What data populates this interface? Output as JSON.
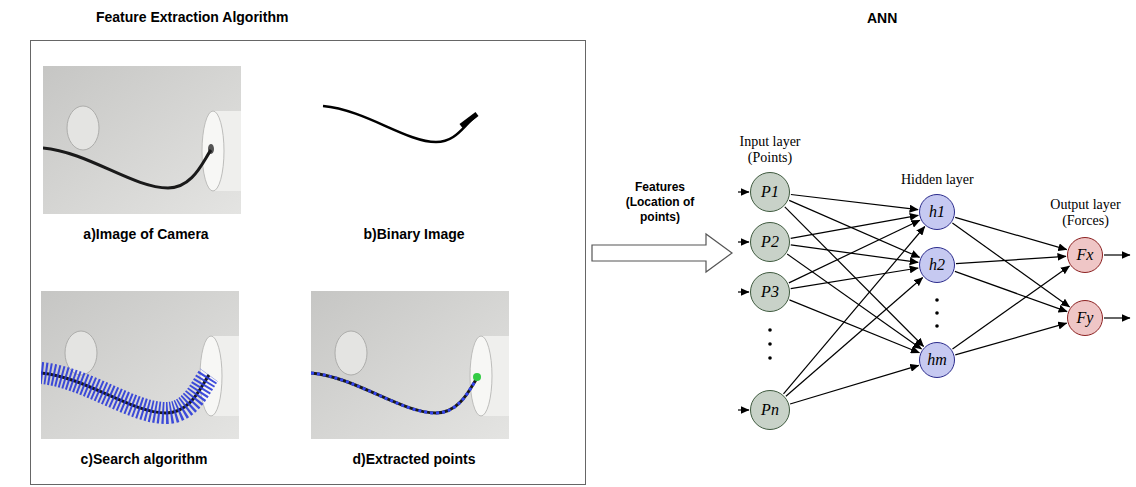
{
  "diagram": {
    "nodes": [
      {
        "text": [
          "Feature Extraction Algorithm"
        ]
      },
      {
        "text": [
          "a)Image of Camera"
        ],
        "in": 0
      },
      {
        "text": [
          "b)Binary Image"
        ],
        "in": 0
      },
      {
        "text": [
          "c)Search algorithm"
        ],
        "in": 0
      },
      {
        "text": [
          "d)Extracted points"
        ],
        "in": 0
      },
      {
        "text": [
          "P1"
        ]
      },
      {
        "text": [
          "P2"
        ]
      },
      {
        "text": [
          "P3"
        ]
      },
      {
        "text": [
          "Pn"
        ]
      },
      {
        "text": [
          "h1"
        ]
      },
      {
        "text": [
          "h2"
        ]
      },
      {
        "text": [
          "hm"
        ]
      },
      {
        "text": [
          "Fx"
        ]
      },
      {
        "text": [
          "Fy"
        ]
      }
    ],
    "edges": [
      {
        "from": 5,
        "to": 9,
        "arrow": "to"
      },
      {
        "from": 5,
        "to": 10,
        "arrow": "to"
      },
      {
        "from": 5,
        "to": 11,
        "arrow": "to"
      },
      {
        "from": 6,
        "to": 9,
        "arrow": "to"
      },
      {
        "from": 6,
        "to": 10,
        "arrow": "to"
      },
      {
        "from": 6,
        "to": 11,
        "arrow": "to"
      },
      {
        "from": 7,
        "to": 9,
        "arrow": "to"
      },
      {
        "from": 7,
        "to": 10,
        "arrow": "to"
      },
      {
        "from": 7,
        "to": 11,
        "arrow": "to"
      },
      {
        "from": 8,
        "to": 9,
        "arrow": "to"
      },
      {
        "from": 8,
        "to": 10,
        "arrow": "to"
      },
      {
        "from": 8,
        "to": 11,
        "arrow": "to"
      },
      {
        "from": 9,
        "to": 12,
        "arrow": "to"
      },
      {
        "from": 9,
        "to": 13,
        "arrow": "to"
      },
      {
        "from": 10,
        "to": 12,
        "arrow": "to"
      },
      {
        "from": 10,
        "to": 13,
        "arrow": "to"
      },
      {
        "from": 11,
        "to": 12,
        "arrow": "to"
      },
      {
        "from": 11,
        "to": 13,
        "arrow": "to"
      }
    ],
    "labels": [
      "Features (Location of points)",
      "ANN",
      "Input layer (Points)",
      "Hidden layer",
      "Output layer (Forces)"
    ]
  }
}
